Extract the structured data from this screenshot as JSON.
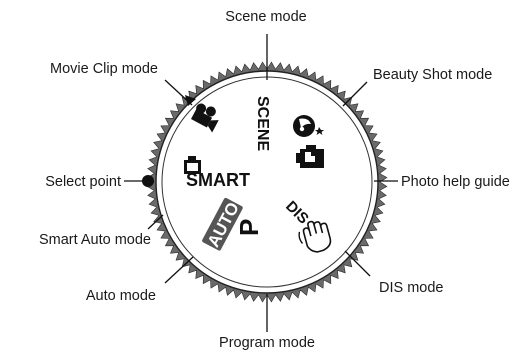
{
  "labels": {
    "scene_mode": "Scene mode",
    "movie_clip_mode": "Movie Clip mode",
    "beauty_shot_mode": "Beauty Shot mode",
    "select_point": "Select point",
    "photo_help_guide": "Photo help guide",
    "smart_auto_mode": "Smart Auto mode",
    "dis_mode": "DIS mode",
    "auto_mode": "Auto mode",
    "program_mode": "Program mode"
  },
  "dial": {
    "scene": "SCENE",
    "smart": "SMART",
    "auto": "AUTO",
    "dis": "DIS",
    "program": "P"
  },
  "icons": [
    "scene-icon",
    "movie-camera-icon",
    "beauty-face-icon",
    "photo-help-icon",
    "smart-camera-icon",
    "auto-badge-icon",
    "dis-hand-icon",
    "program-icon",
    "select-point-dot-icon"
  ]
}
